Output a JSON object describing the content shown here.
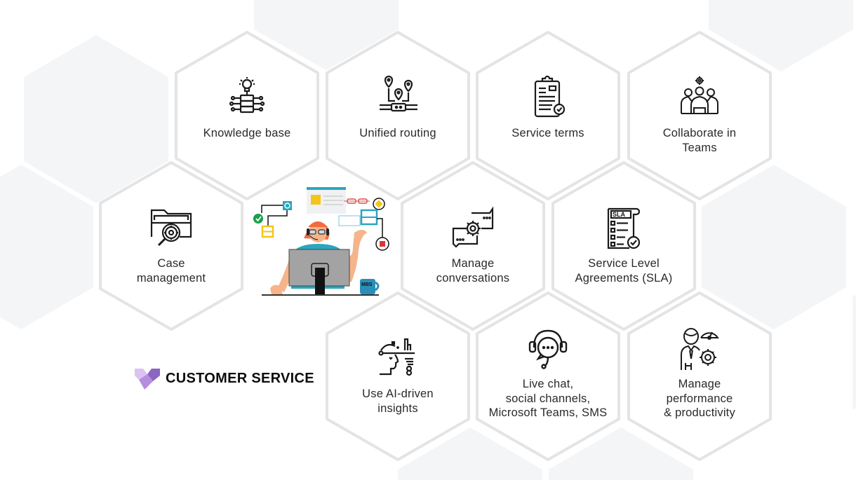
{
  "brand": {
    "title": "CUSTOMER SERVICE",
    "logo_icon": "heart-chevron-logo-icon",
    "colors": {
      "light": "#dcc3f2",
      "mid": "#b58ee0",
      "dark": "#8a66c2"
    }
  },
  "colors": {
    "tile_fill": "#ffffff",
    "tile_border": "#e4e4e4",
    "background_hex": "#f4f5f7",
    "text": "#2a2a2a",
    "icon_stroke": "#1a1a1a"
  },
  "features": [
    {
      "id": "knowledge-base",
      "label": "Knowledge base",
      "icon": "lightbulb-server-icon"
    },
    {
      "id": "unified-routing",
      "label": "Unified routing",
      "icon": "location-pins-router-icon"
    },
    {
      "id": "service-terms",
      "label": "Service terms",
      "icon": "clipboard-check-icon"
    },
    {
      "id": "collaborate-teams",
      "label": "Collaborate in\nTeams",
      "icon": "team-gear-icon"
    },
    {
      "id": "case-management",
      "label": "Case\nmanagement",
      "icon": "folder-gear-search-icon"
    },
    {
      "id": "manage-conversations",
      "label": "Manage\nconversations",
      "icon": "chat-bubbles-gear-icon"
    },
    {
      "id": "sla",
      "label": "Service Level\nAgreements (SLA)",
      "icon": "sla-document-check-icon"
    },
    {
      "id": "ai-insights",
      "label": "Use AI-driven\ninsights",
      "icon": "ai-head-chart-icon"
    },
    {
      "id": "live-chat",
      "label": "Live chat,\nsocial channels,\nMicrosoft Teams, SMS",
      "icon": "headset-chat-icon"
    },
    {
      "id": "performance",
      "label": "Manage\nperformance\n& productivity",
      "icon": "person-gauge-gear-icon"
    }
  ],
  "illustration": {
    "name": "agent-at-computer-illustration",
    "mug_text": "MBS"
  }
}
